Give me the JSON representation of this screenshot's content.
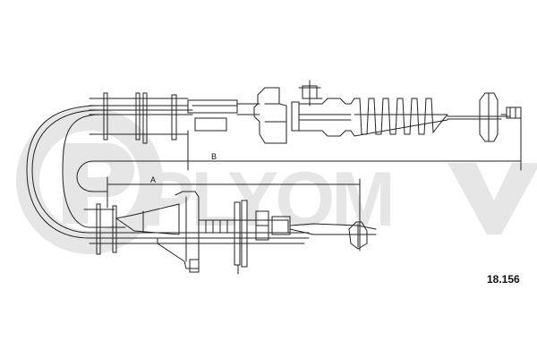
{
  "watermark": {
    "brand_text": "PLYOM",
    "color": "#e6e6e6"
  },
  "dimensions": {
    "label_a": "A",
    "label_b": "B"
  },
  "part_number": "18.156",
  "colors": {
    "line": "#222222",
    "background": "#ffffff"
  }
}
